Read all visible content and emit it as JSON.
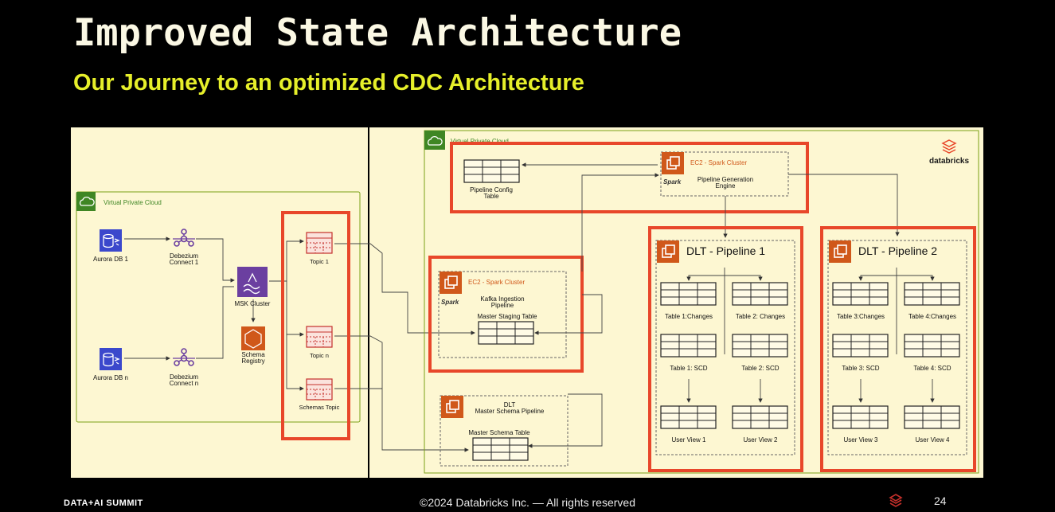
{
  "slide": {
    "title": "Improved State Architecture",
    "subtitle": "Our Journey to an optimized CDC Architecture",
    "page_number": "24"
  },
  "footer": {
    "event": "DATA+AI SUMMIT",
    "copyright": "©2024 Databricks Inc. — All rights reserved"
  },
  "diagram": {
    "left_vpc": {
      "label": "Virtual Private Cloud",
      "sources": [
        {
          "db": "Aurora DB 1",
          "connector": "Debezium\nConnect 1"
        },
        {
          "db": "Aurora DB n",
          "connector": "Debezium\nConnect n"
        }
      ],
      "msk": "MSK Cluster",
      "schema_registry": "Schema\nRegistry",
      "topics": [
        "Topic 1",
        "Topic n",
        "Schemas Topic"
      ]
    },
    "right_vpc": {
      "label": "Virtual Private Cloud",
      "brand": "databricks",
      "config_table": "Pipeline Config\nTable",
      "generation": {
        "cluster": "EC2 - Spark Cluster",
        "engine": "Pipeline Generation\nEngine",
        "spark": "Spark"
      },
      "ingestion": {
        "cluster": "EC2 - Spark Cluster",
        "pipeline": "Kafka Ingestion\nPipeline",
        "staging": "Master Staging Table",
        "spark": "Spark"
      },
      "schema_pipeline": {
        "title": "DLT\nMaster Schema Pipeline",
        "table": "Master Schema Table"
      },
      "pipelines": [
        {
          "title": "DLT - Pipeline 1",
          "changes": [
            "Table 1:Changes",
            "Table 2: Changes"
          ],
          "scd": [
            "Table 1: SCD",
            "Table 2: SCD"
          ],
          "views": [
            "User View 1",
            "User View 2"
          ]
        },
        {
          "title": "DLT - Pipeline 2",
          "changes": [
            "Table 3:Changes",
            "Table 4:Changes"
          ],
          "scd": [
            "Table 3: SCD",
            "Table 4: SCD"
          ],
          "views": [
            "User View 3",
            "User View 4"
          ]
        }
      ]
    }
  }
}
